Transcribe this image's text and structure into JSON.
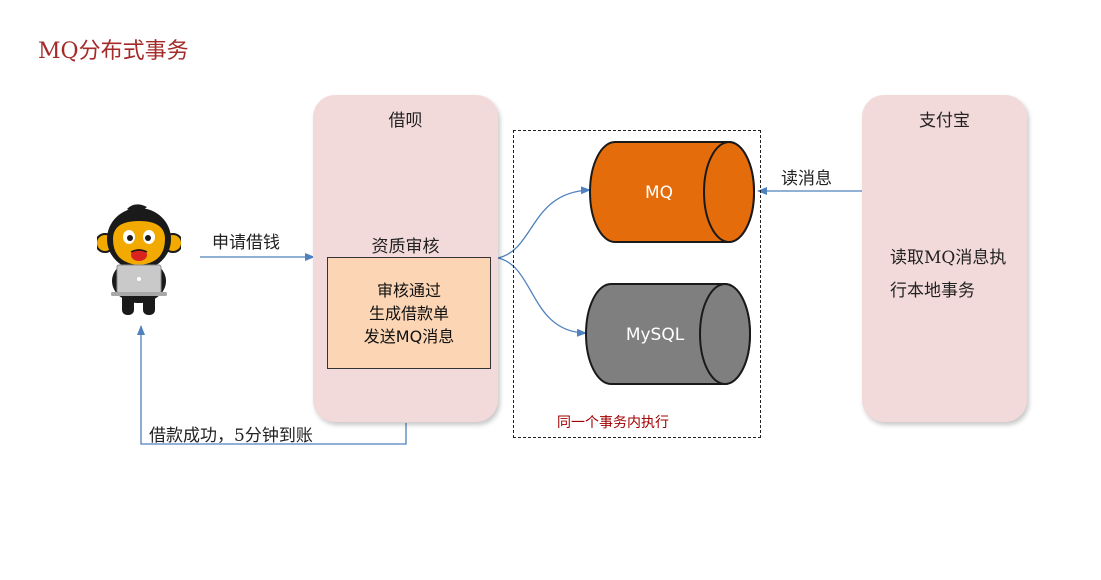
{
  "title": "MQ分布式事务",
  "jiebei": {
    "title": "借呗",
    "review_label": "资质审核",
    "inner_lines": [
      "审核通过",
      "生成借款单",
      "发送MQ消息"
    ]
  },
  "alipay": {
    "title": "支付宝",
    "text_lines": [
      "读取MQ消息执",
      "行本地事务"
    ]
  },
  "storage": {
    "mq_label": "MQ",
    "mysql_label": "MySQL",
    "transaction_label": "同一个事务内执行"
  },
  "arrows": {
    "apply_label": "申请借钱",
    "read_label": "读消息",
    "success_label": "借款成功，5分钟到账"
  },
  "colors": {
    "title": "#a52a2a",
    "panel": "#f3dada",
    "inner_box": "#fcd5b5",
    "mq": "#e46c0a",
    "mysql": "#7f7f7f",
    "arrow": "#4f81bd",
    "transaction_label": "#a00000"
  },
  "icons": {
    "user": "monkey-with-laptop-icon"
  }
}
